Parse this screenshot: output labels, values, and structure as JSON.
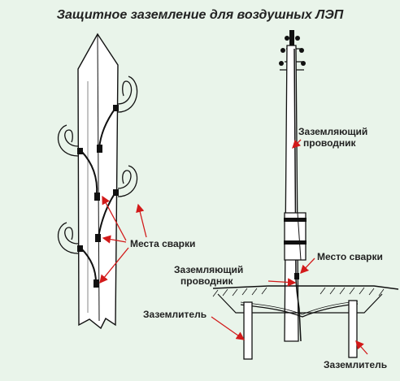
{
  "title": "Защитное заземление для воздушных ЛЭП",
  "labels": {
    "ground_conductor_top_1": "Заземляющий",
    "ground_conductor_top_2": "проводник",
    "weld_places": "Места сварки",
    "weld_place": "Место сварки",
    "ground_conductor_bottom_1": "Заземляющий",
    "ground_conductor_bottom_2": "проводник",
    "earth_electrode_left": "Заземлитель",
    "earth_electrode_right": "Заземлитель"
  },
  "colors": {
    "background": "#e9f4ea",
    "arrow": "#d21a1a",
    "line": "#111111",
    "pole_fill": "#ffffff"
  }
}
